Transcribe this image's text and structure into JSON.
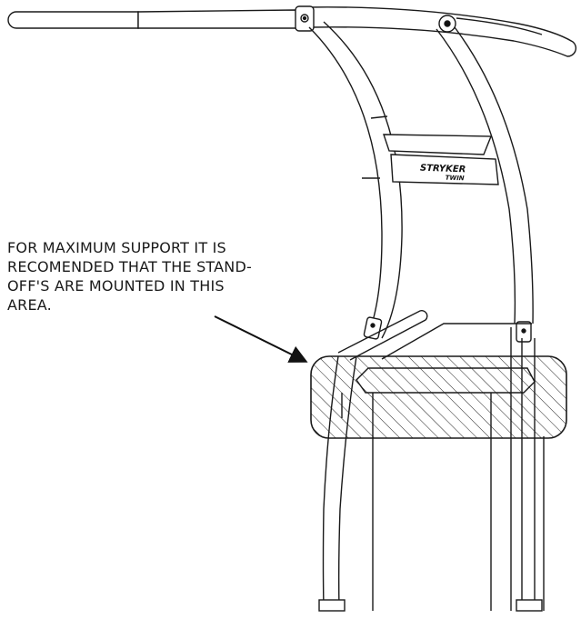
{
  "annotation": {
    "lines": [
      "FOR MAXIMUM SUPPORT IT IS",
      "RECOMENDED THAT THE STAND-",
      "OFF'S ARE MOUNTED IN THIS",
      "AREA."
    ]
  },
  "brand": {
    "name": "STRYKER",
    "sub": "TWIN"
  },
  "colors": {
    "line": "#1a1a1a",
    "background": "#ffffff"
  }
}
